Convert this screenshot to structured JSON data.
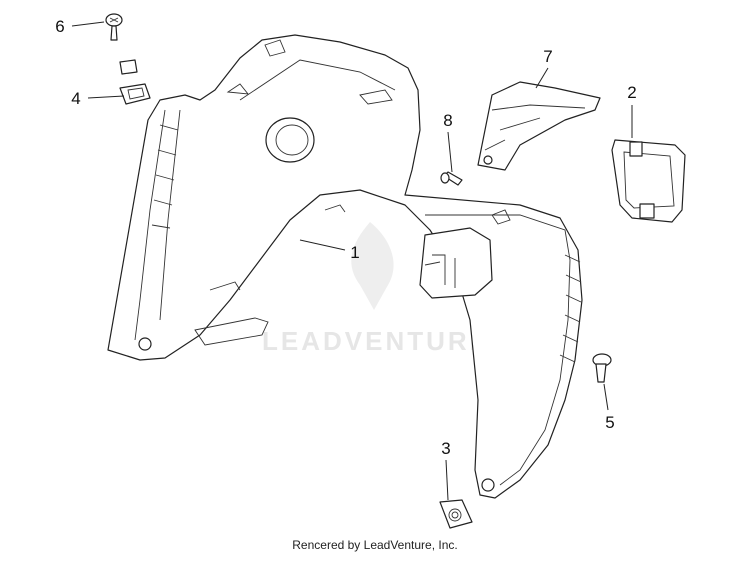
{
  "callouts": [
    {
      "id": "1",
      "label": "1"
    },
    {
      "id": "2",
      "label": "2"
    },
    {
      "id": "3",
      "label": "3"
    },
    {
      "id": "4",
      "label": "4"
    },
    {
      "id": "5",
      "label": "5"
    },
    {
      "id": "6",
      "label": "6"
    },
    {
      "id": "7",
      "label": "7"
    },
    {
      "id": "8",
      "label": "8"
    }
  ],
  "watermark": "LEADVENTURE",
  "footer": "Rencered by LeadVenture, Inc.",
  "colors": {
    "line": "#222222",
    "background": "#ffffff",
    "watermark": "#e6e6e6"
  }
}
